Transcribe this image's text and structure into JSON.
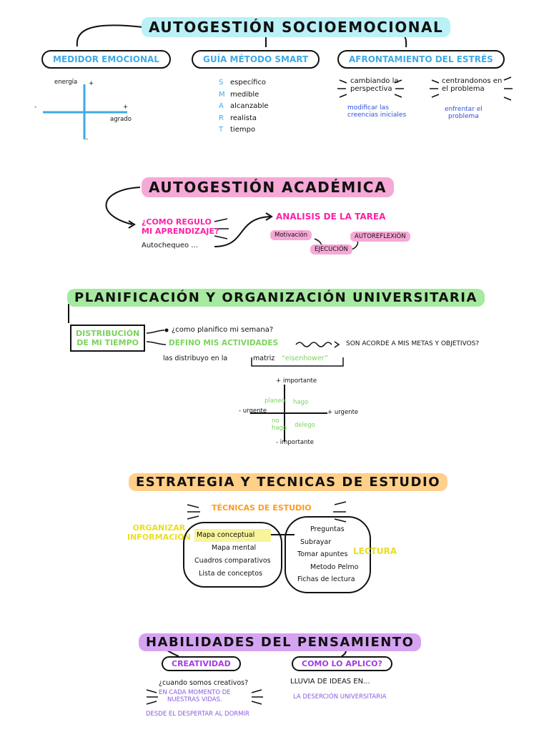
{
  "s1": {
    "title": "AUTOGESTIÓN SOCIOEMOCIONAL",
    "medidor": {
      "label": "MEDIDOR EMOCIONAL",
      "y_axis": "energía",
      "y_plus": "+",
      "y_minus": "-",
      "x_minus": "-",
      "x_plus": "+",
      "x_axis": "agrado"
    },
    "smart": {
      "label": "GUÍA MÉTODO SMART",
      "items": [
        {
          "letter": "S",
          "text": "específico"
        },
        {
          "letter": "M",
          "text": "medible"
        },
        {
          "letter": "A",
          "text": "alcanzable"
        },
        {
          "letter": "R",
          "text": "realista"
        },
        {
          "letter": "T",
          "text": "tiempo"
        }
      ]
    },
    "estres": {
      "label": "AFRONTAMIENTO DEL ESTRÉS",
      "left_title_1": "cambiando la",
      "left_title_2": "perspectiva",
      "left_sub_1": "modificar las",
      "left_sub_2": "creencias iniciales",
      "right_title_1": "centrandonos en",
      "right_title_2": "el problema",
      "right_sub_1": "enfrentar el",
      "right_sub_2": "problema"
    }
  },
  "s2": {
    "title": "AUTOGESTIÓN ACADÉMICA",
    "question_1": "¿COMO REGULO",
    "question_2": "MI APRENDIZAJE?",
    "autocheck": "Autochequeo ...",
    "analisis": "ANALISIS DE LA TAREA",
    "motivacion": "Motivación",
    "ejecucion": "EJECUCIÓN",
    "autoreflexion": "AUTOREFLEXIÓN"
  },
  "s3": {
    "title": "PLANIFICACIÓN Y ORGANIZACIÓN UNIVERSITARIA",
    "box_1": "DISTRIBUCIÓN",
    "box_2": "DE MI TIEMPO",
    "q1": "¿como planifico mi semana?",
    "defino": "DEFINO MIS ACTIVIDADES",
    "acorde": "SON ACORDE A MIS METAS Y OBJETIVOS?",
    "distribuyo": "las distribuyo en la",
    "matriz": "matriz",
    "eisenhower": "“eisenhower”",
    "matrix": {
      "top": "+ importante",
      "bottom": "- importante",
      "left": "- urgente",
      "right": "+ urgente",
      "q_planeo": "planeo",
      "q_hago": "hago",
      "q_nohago_1": "no",
      "q_nohago_2": "hago",
      "q_delego": "delego"
    }
  },
  "s4": {
    "title": "ESTRATEGIA Y TECNICAS DE ESTUDIO",
    "tecnicas": "TÉCNICAS DE ESTUDIO",
    "organizar_1": "ORGANIZAR",
    "organizar_2": "INFORMACIÓN",
    "left_items": [
      "Mapa conceptual",
      "Mapa mental",
      "Cuadros comparativos",
      "Lista de conceptos"
    ],
    "right_items": [
      "Preguntas",
      "Subrayar",
      "Tomar apuntes",
      "Metodo Pelmo",
      "Fichas de lectura"
    ],
    "lectura": "LECTURA"
  },
  "s5": {
    "title": "HABILIDADES DEL PENSAMIENTO",
    "creatividad": "CREATIVIDAD",
    "como": "COMO LO APLICO?",
    "cuando": "¿cuando somos creativos?",
    "en_cada_1": "EN CADA MOMENTO DE",
    "en_cada_2": "NUESTRAS VIDAS.",
    "desde": "DESDE EL DESPERTAR AL DORMIR",
    "lluvia": "LLUVIA DE IDEAS EN...",
    "desercion": "LA DESERCIÓN UNIVERSITARIA"
  }
}
